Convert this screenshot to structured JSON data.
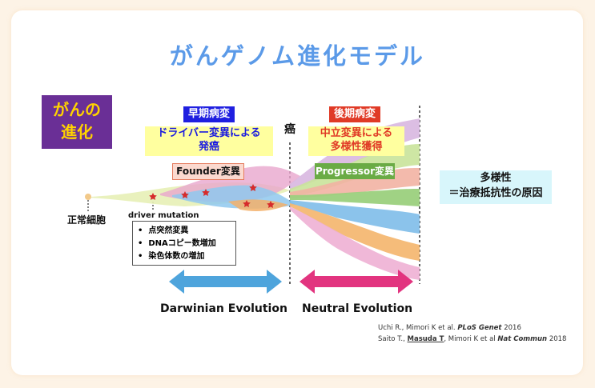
{
  "title": "がんゲノム進化モデル",
  "side_label": {
    "line1": "がんの",
    "line2": "進化"
  },
  "early": {
    "tag": "早期病変",
    "desc_line1": "ドライバー変異による",
    "desc_line2": "発癌",
    "box": "Founder変異"
  },
  "late": {
    "tag": "後期病変",
    "desc_line1": "中立変異による",
    "desc_line2": "多様性獲得",
    "box": "Progressor変異"
  },
  "cancer_label": "癌",
  "normal_cell": "正常細胞",
  "driver_mutation": "driver mutation",
  "mutation_types": [
    "点突然変異",
    "DNAコピー数増加",
    "染色体数の増加"
  ],
  "outcome": {
    "line1": "多様性",
    "line2": "＝治療抵抗性の原因"
  },
  "evolution": {
    "darwinian": "Darwinian Evolution",
    "neutral": "Neutral Evolution"
  },
  "references": {
    "ref1_authors": "Uchi R., Mimori K et al. ",
    "ref1_journal": "PLoS Genet",
    "ref1_year": " 2016",
    "ref2_authors_a": "Saito T., ",
    "ref2_authors_b": "Masuda T",
    "ref2_authors_c": ", Mimori K et al ",
    "ref2_journal": "Nat Commun",
    "ref2_year": " 2018"
  },
  "colors": {
    "title": "#5b9ae8",
    "side_bg": "#6a2f96",
    "side_text": "#ffd200",
    "early_tag": "#1f1fe0",
    "late_tag": "#e03a26",
    "darwin_arrow": "#4ea4dc",
    "neutral_arrow": "#e2347f",
    "star": "#d62b2b"
  }
}
